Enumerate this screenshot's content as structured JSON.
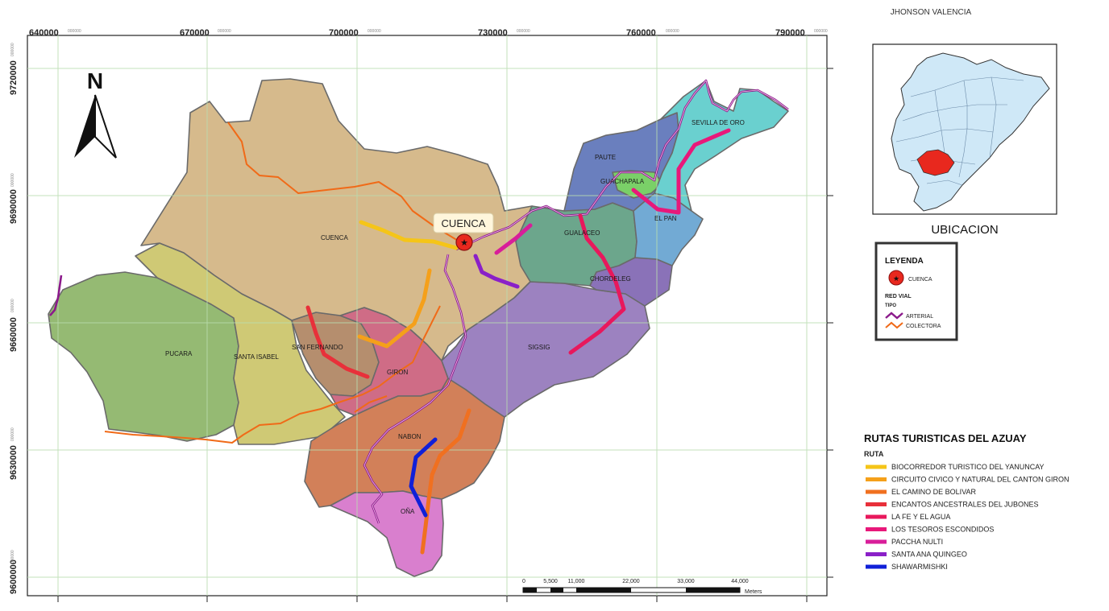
{
  "author": "JHONSON VALENCIA",
  "north_label": "N",
  "axis": {
    "x_ticks": [
      "640000",
      "670000",
      "700000",
      "730000",
      "760000",
      "790000"
    ],
    "x_tick_suffix": "000000",
    "y_ticks": [
      "9720000",
      "9690000",
      "9660000",
      "9630000",
      "9600000"
    ],
    "y_tick_suffix": "000000"
  },
  "cantons": [
    "PUCARA",
    "SANTA ISABEL",
    "SAN FERNANDO",
    "GIRON",
    "CUENCA",
    "NABON",
    "OÑA",
    "SIGSIG",
    "GUALACEO",
    "CHORDELEG",
    "PAUTE",
    "GUACHAPALA",
    "EL PAN",
    "SEVILLA DE ORO"
  ],
  "city_callout": "CUENCA",
  "inset_title": "UBICACION",
  "legend": {
    "title": "LEYENDA",
    "city_label": "CUENCA",
    "red_vial": "RED VIAL",
    "tipo": "TIPO",
    "arterial": "ARTERIAL",
    "colectora": "COLECTORA"
  },
  "rutas": {
    "title": "RUTAS TURISTICAS DEL AZUAY",
    "subtitle": "RUTA",
    "items": [
      {
        "name": "BIOCORREDOR TURISTICO DEL YANUNCAY",
        "color": "#f5c518"
      },
      {
        "name": "CIRCUITO CIVICO Y NATURAL DEL CANTON GIRON",
        "color": "#f5a01a"
      },
      {
        "name": "EL CAMINO DE BOLIVAR",
        "color": "#f07020"
      },
      {
        "name": "ENCANTOS ANCESTRALES DEL JUBONES",
        "color": "#e8303a"
      },
      {
        "name": "LA FE Y EL AGUA",
        "color": "#e8185c"
      },
      {
        "name": "LOS TESOROS ESCONDIDOS",
        "color": "#e8187a"
      },
      {
        "name": "PACCHA NULTI",
        "color": "#d81e9a"
      },
      {
        "name": "SANTA ANA QUINGEO",
        "color": "#8a20c8"
      },
      {
        "name": "SHAWARMISHKI",
        "color": "#1020d8"
      }
    ]
  },
  "scale": {
    "labels": [
      "0",
      "5,500",
      "11,000",
      "22,000",
      "33,000",
      "44,000"
    ],
    "unit": "Meters"
  },
  "colors": {
    "arterial": "#8b1a8b",
    "colectora": "#f06a18",
    "grid": "#b9ddb0",
    "ecuador_fill": "#cfe8f7",
    "azuay_fill": "#e8281e"
  }
}
